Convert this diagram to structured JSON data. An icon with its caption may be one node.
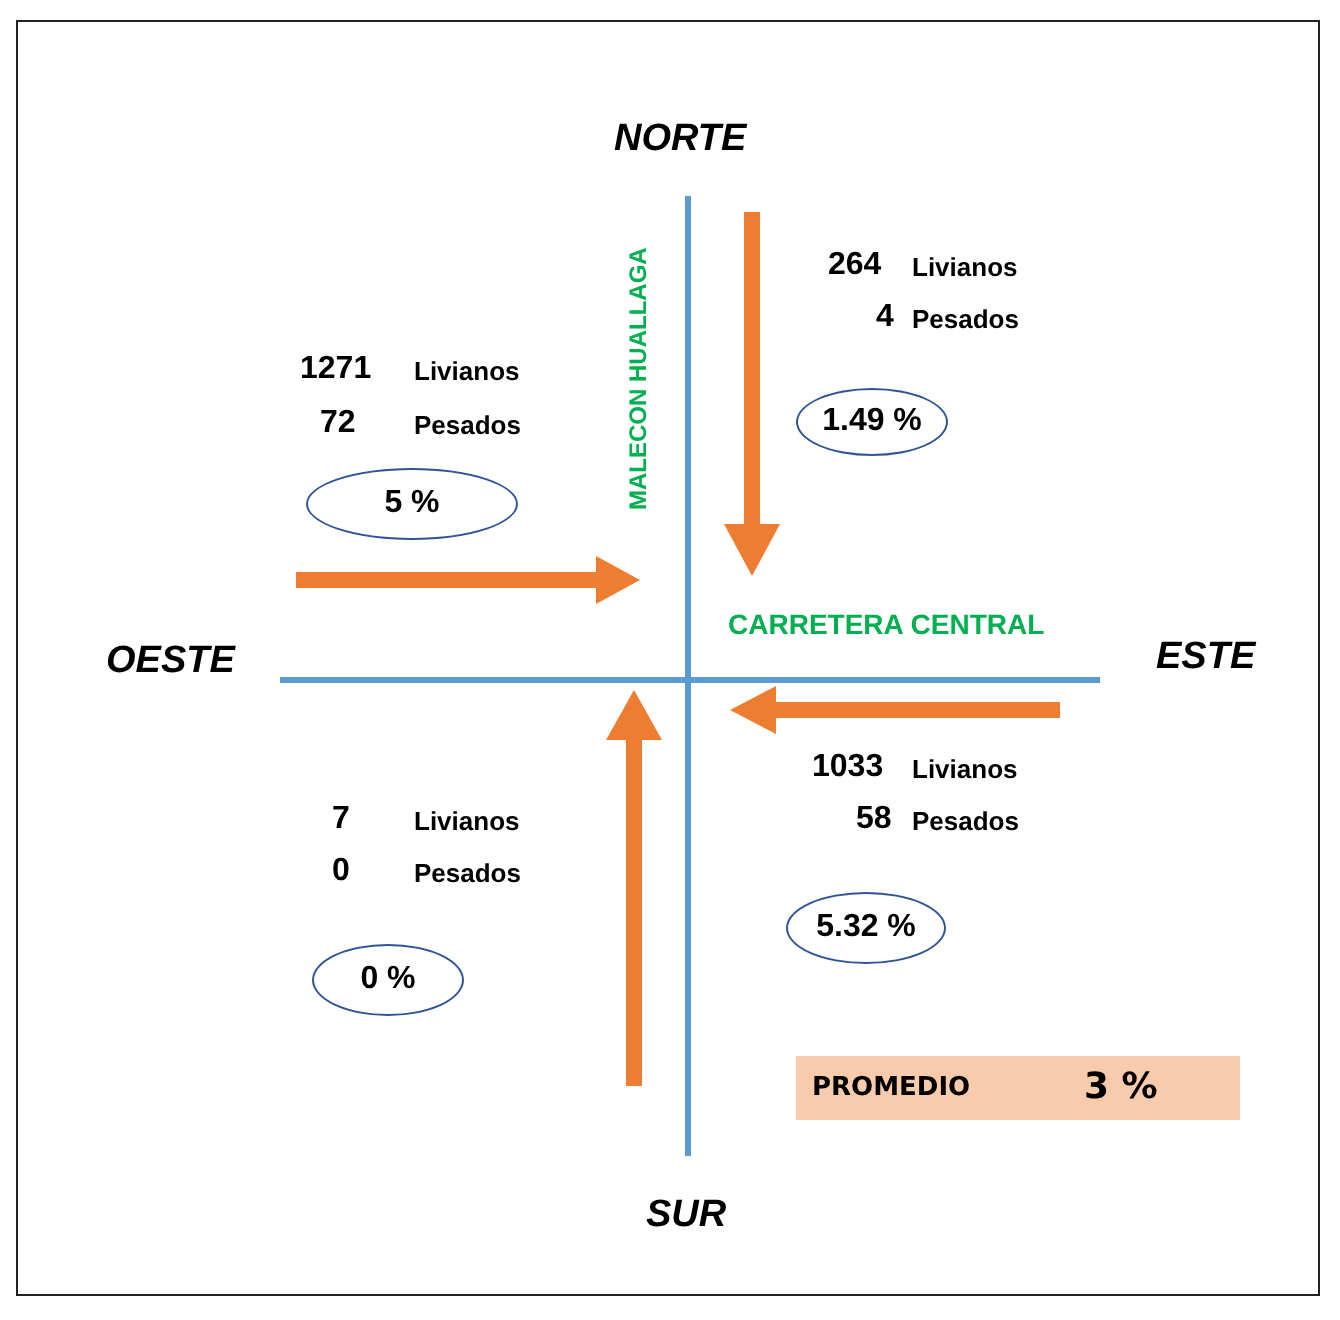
{
  "diagram": {
    "nodes": [
      {
        "text": [
          "1.49 %"
        ]
      },
      {
        "text": [
          "5 %"
        ]
      },
      {
        "text": [
          "5.32 %"
        ]
      },
      {
        "text": [
          "0 %"
        ]
      },
      {
        "text": [
          "PROMEDIO",
          "3 %"
        ]
      }
    ],
    "labels": [
      "NORTE",
      "MALECON HUALLAGA",
      "264",
      "Livianos",
      "4",
      "Pesados",
      "1271",
      "Livianos",
      "72",
      "Pesados",
      "CARRETERA CENTRAL",
      "OESTE",
      "ESTE",
      "1033",
      "Livianos",
      "7",
      "Livianos",
      "58",
      "Pesados",
      "0",
      "Pesados",
      "SUR"
    ]
  }
}
